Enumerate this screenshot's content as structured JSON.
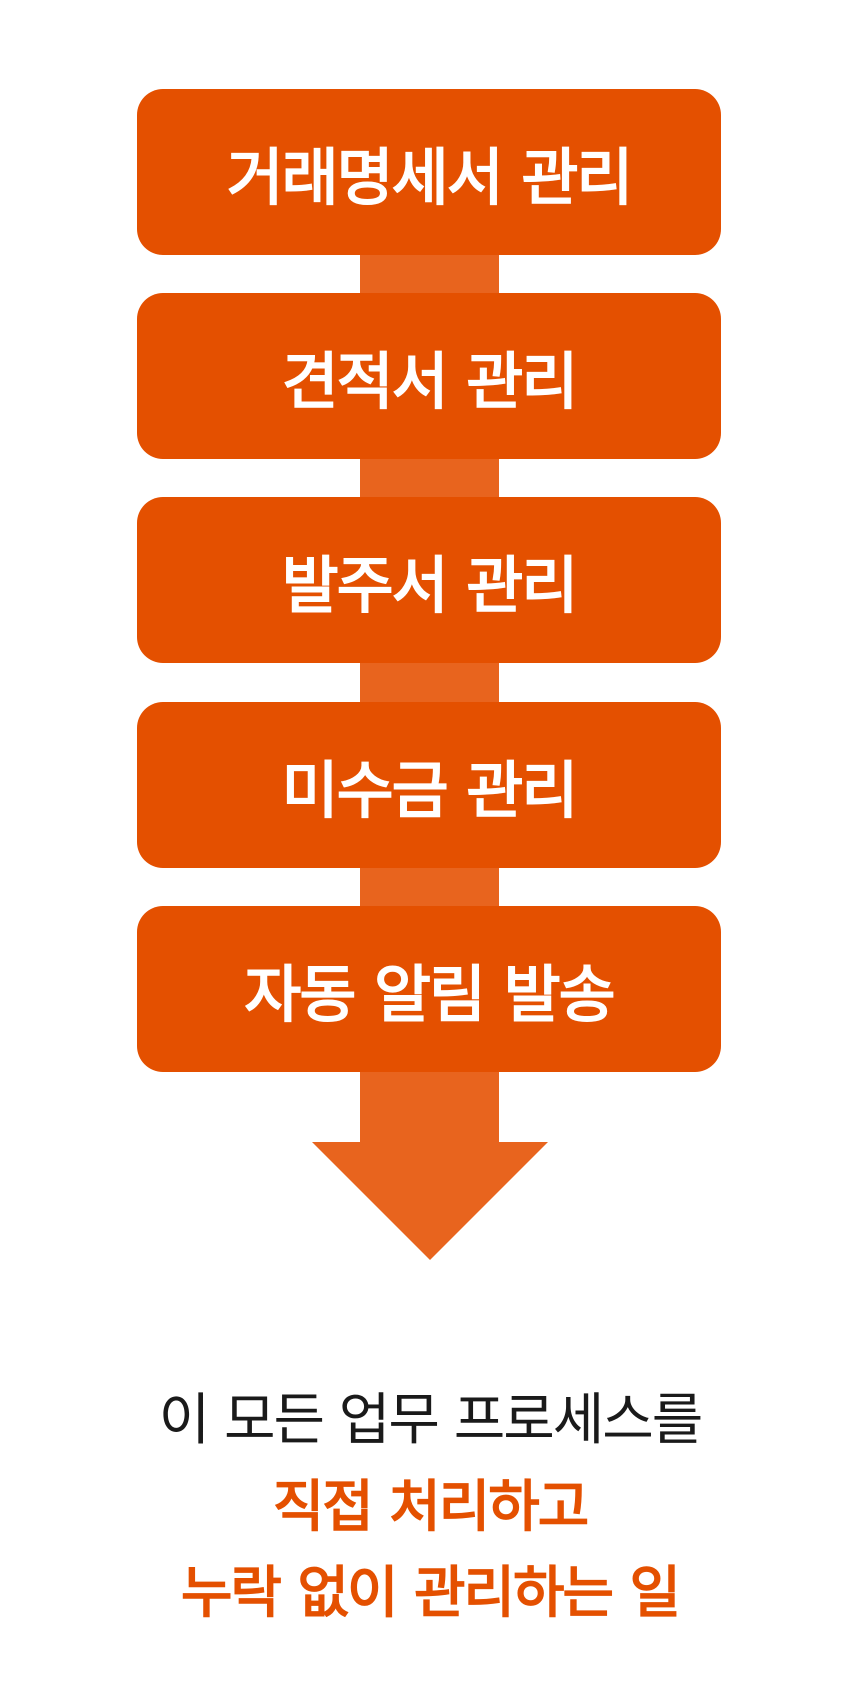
{
  "steps": [
    {
      "label": "거래명세서 관리"
    },
    {
      "label": "견적서 관리"
    },
    {
      "label": "발주서 관리"
    },
    {
      "label": "미수금 관리"
    },
    {
      "label": "자동 알림 발송"
    }
  ],
  "caption": {
    "line1": "이 모든 업무 프로세스를",
    "line2": "직접 처리하고",
    "line3": "누락 없이 관리하는 일"
  },
  "colors": {
    "accent": "#e45000",
    "arrow_top": "#f8e0cf",
    "arrow_bottom": "#e8641e",
    "text": "#1a1a1a"
  }
}
